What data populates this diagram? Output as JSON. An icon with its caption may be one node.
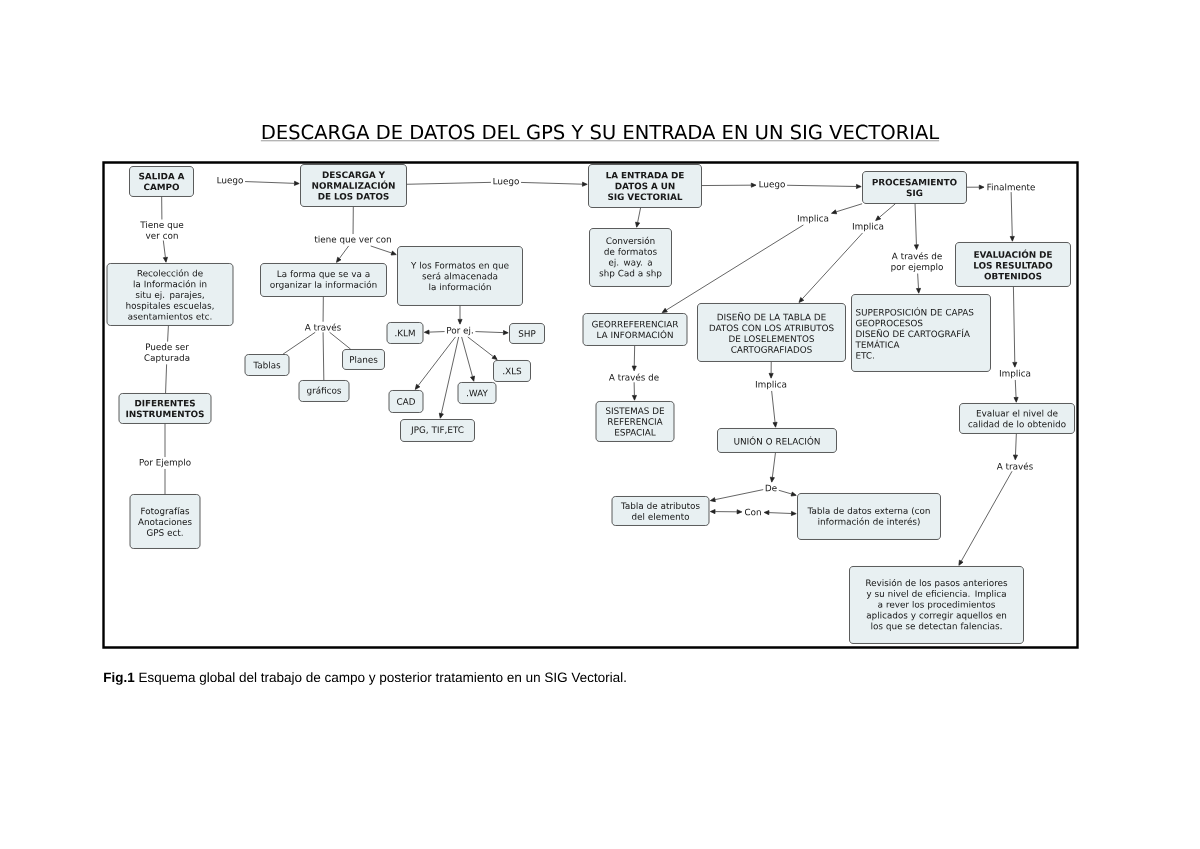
{
  "diagram": {
    "title": "DESCARGA DE DATOS DEL GPS Y SU ENTRADA EN UN SIG VECTORIAL",
    "caption": "**Fig.1** Esquema global del trabajo de campo y posterior tratamiento en un SIG Vectorial.",
    "nodes": [
      {
        "text": [
          "SALIDA A CAMPO"
        ]
      },
      {
        "text": [
          "Luego"
        ]
      },
      {
        "text": [
          "DESCARGA Y NORMALIZACIÓN DE LOS DATOS"
        ]
      },
      {
        "text": [
          "Luego"
        ]
      },
      {
        "text": [
          "LA ENTRADA DE DATOS A UN SIG VECTORIAL"
        ]
      },
      {
        "text": [
          "Luego"
        ]
      },
      {
        "text": [
          "PROCESAMIENTO SIG"
        ]
      },
      {
        "text": [
          "Finalmente"
        ]
      },
      {
        "text": [
          "Tiene que ver con"
        ]
      },
      {
        "text": [
          "Recolección de la Información in situ ej. parajes, hospitales escuelas, asentamientos etc."
        ]
      },
      {
        "text": [
          "Puede ser Capturada"
        ]
      },
      {
        "text": [
          "DIFERENTES INSTRUMENTOS"
        ]
      },
      {
        "text": [
          "Por Ejemplo"
        ]
      },
      {
        "text": [
          "Fotografías Anotaciones GPS ect."
        ]
      },
      {
        "text": [
          "tiene que ver con"
        ]
      },
      {
        "text": [
          "La forma que se va a organizar la información"
        ]
      },
      {
        "text": [
          "Y los Formatos en que será almacenada la información"
        ]
      },
      {
        "text": [
          "A través"
        ]
      },
      {
        "text": [
          "Tablas"
        ]
      },
      {
        "text": [
          "Planes"
        ]
      },
      {
        "text": [
          "gráficos"
        ]
      },
      {
        "text": [
          "Por ej."
        ]
      },
      {
        "text": [
          ".KLM"
        ]
      },
      {
        "text": [
          "SHP"
        ]
      },
      {
        "text": [
          ".XLS"
        ]
      },
      {
        "text": [
          ".WAY"
        ]
      },
      {
        "text": [
          "CAD"
        ]
      },
      {
        "text": [
          "JPG, TIF,ETC"
        ]
      },
      {
        "text": [
          "Conversión de formatos ej. way. a shp Cad a shp"
        ]
      },
      {
        "text": [
          "Implica"
        ]
      },
      {
        "text": [
          "Implica"
        ]
      },
      {
        "text": [
          "A través de por ejemplo"
        ]
      },
      {
        "text": [
          "EVALUACIÓN DE LOS RESULTADO OBTENIDOS"
        ]
      },
      {
        "text": [
          "GEORREFERENCIAR LA INFORMACIÓN"
        ]
      },
      {
        "text": [
          "DISEÑO DE LA TABLA DE DATOS CON LOS ATRIBUTOS DE LOSELEMENTOS CARTOGRAFIADOS"
        ]
      },
      {
        "text": [
          "SUPERPOSICIÓN DE CAPAS",
          "GEOPROCESOS",
          "DISEÑO DE CARTOGRAFÍA TEMÁTICA",
          "ETC."
        ]
      },
      {
        "text": [
          "A través de"
        ]
      },
      {
        "text": [
          "SISTEMAS DE REFERENCIA ESPACIAL"
        ]
      },
      {
        "text": [
          "Implica"
        ]
      },
      {
        "text": [
          "UNIÓN O RELACIÓN"
        ]
      },
      {
        "text": [
          "Implica"
        ]
      },
      {
        "text": [
          "Evaluar el nivel de calidad de lo obtenido"
        ]
      },
      {
        "text": [
          "De"
        ]
      },
      {
        "text": [
          "Tabla de atributos del elemento"
        ]
      },
      {
        "text": [
          "Con"
        ]
      },
      {
        "text": [
          "Tabla de datos externa (con información de interés)"
        ]
      },
      {
        "text": [
          "A través"
        ]
      },
      {
        "text": [
          "Revisión de los pasos anteriores y su nivel de eficiencia. Implica a rever los procedimientos aplicados y corregir aquellos en los que se detectan falencias."
        ]
      }
    ],
    "edges": [
      {
        "from": 1,
        "to": 2,
        "arrow": "to"
      },
      {
        "from": 2,
        "to": 3,
        "arrow": "none"
      },
      {
        "from": 3,
        "to": 4,
        "arrow": "to"
      },
      {
        "from": 4,
        "to": 5,
        "arrow": "to"
      },
      {
        "from": 5,
        "to": 6,
        "arrow": "to"
      },
      {
        "from": 6,
        "to": 7,
        "arrow": "to"
      },
      {
        "from": 7,
        "to": 32,
        "arrow": "to"
      },
      {
        "from": 0,
        "to": 8,
        "arrow": "none"
      },
      {
        "from": 8,
        "to": 9,
        "arrow": "to"
      },
      {
        "from": 9,
        "to": 10,
        "arrow": "none"
      },
      {
        "from": 10,
        "to": 11,
        "arrow": "none"
      },
      {
        "from": 11,
        "to": 12,
        "arrow": "none"
      },
      {
        "from": 12,
        "to": 13,
        "arrow": "none"
      },
      {
        "from": 2,
        "to": 14,
        "arrow": "none"
      },
      {
        "from": 14,
        "to": 15,
        "arrow": "to"
      },
      {
        "from": 14,
        "to": 16,
        "arrow": "to"
      },
      {
        "from": 15,
        "to": 17,
        "arrow": "none"
      },
      {
        "from": 17,
        "to": 18,
        "arrow": "none"
      },
      {
        "from": 17,
        "to": 20,
        "arrow": "none"
      },
      {
        "from": 17,
        "to": 19,
        "arrow": "none"
      },
      {
        "from": 16,
        "to": 21,
        "arrow": "to"
      },
      {
        "from": 21,
        "to": 22,
        "arrow": "to"
      },
      {
        "from": 21,
        "to": 23,
        "arrow": "to"
      },
      {
        "from": 21,
        "to": 24,
        "arrow": "to"
      },
      {
        "from": 21,
        "to": 25,
        "arrow": "to"
      },
      {
        "from": 21,
        "to": 26,
        "arrow": "to"
      },
      {
        "from": 21,
        "to": 27,
        "arrow": "to"
      },
      {
        "from": 4,
        "to": 28,
        "arrow": "to"
      },
      {
        "from": 6,
        "to": 29,
        "arrow": "to"
      },
      {
        "from": 29,
        "to": 33,
        "arrow": "to"
      },
      {
        "from": 6,
        "to": 30,
        "arrow": "to"
      },
      {
        "from": 30,
        "to": 34,
        "arrow": "to"
      },
      {
        "from": 6,
        "to": 31,
        "arrow": "to"
      },
      {
        "from": 31,
        "to": 35,
        "arrow": "to"
      },
      {
        "from": 33,
        "to": 36,
        "arrow": "to"
      },
      {
        "from": 36,
        "to": 37,
        "arrow": "to"
      },
      {
        "from": 34,
        "to": 38,
        "arrow": "to"
      },
      {
        "from": 38,
        "to": 39,
        "arrow": "to"
      },
      {
        "from": 32,
        "to": 40,
        "arrow": "to"
      },
      {
        "from": 40,
        "to": 41,
        "arrow": "to"
      },
      {
        "from": 39,
        "to": 42,
        "arrow": "to"
      },
      {
        "from": 42,
        "to": 43,
        "arrow": "to"
      },
      {
        "from": 42,
        "to": 45,
        "arrow": "to"
      },
      {
        "from": 43,
        "to": 44,
        "arrow": "both"
      },
      {
        "from": 44,
        "to": 45,
        "arrow": "both"
      },
      {
        "from": 41,
        "to": 46,
        "arrow": "to"
      },
      {
        "from": 46,
        "to": 47,
        "arrow": "to"
      }
    ]
  }
}
